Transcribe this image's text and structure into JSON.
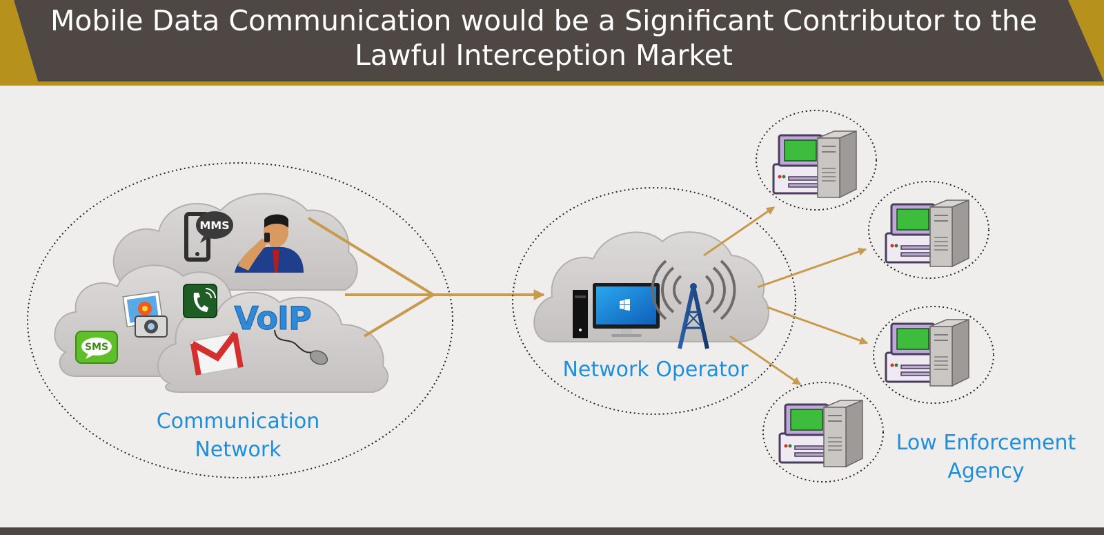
{
  "header": {
    "title_line1": "Mobile Data Communication would be a Significant Contributor to the",
    "title_line2": "Lawful Interception Market"
  },
  "communication_network": {
    "label_line1": "Communication",
    "label_line2": "Network",
    "icons": {
      "mms": "MMS",
      "voip": "VoIP",
      "sms": "SMS"
    }
  },
  "network_operator": {
    "label": "Network Operator"
  },
  "agency": {
    "label_line1": "Low Enforcement",
    "label_line2": "Agency",
    "terminals": 4
  },
  "colors": {
    "header_bg": "#4f4743",
    "gold": "#b6921d",
    "arrow": "#c79a4e",
    "label_blue": "#1f8fd8",
    "cloud": "#cfcccb",
    "bottom_bar": "#4f4743"
  }
}
